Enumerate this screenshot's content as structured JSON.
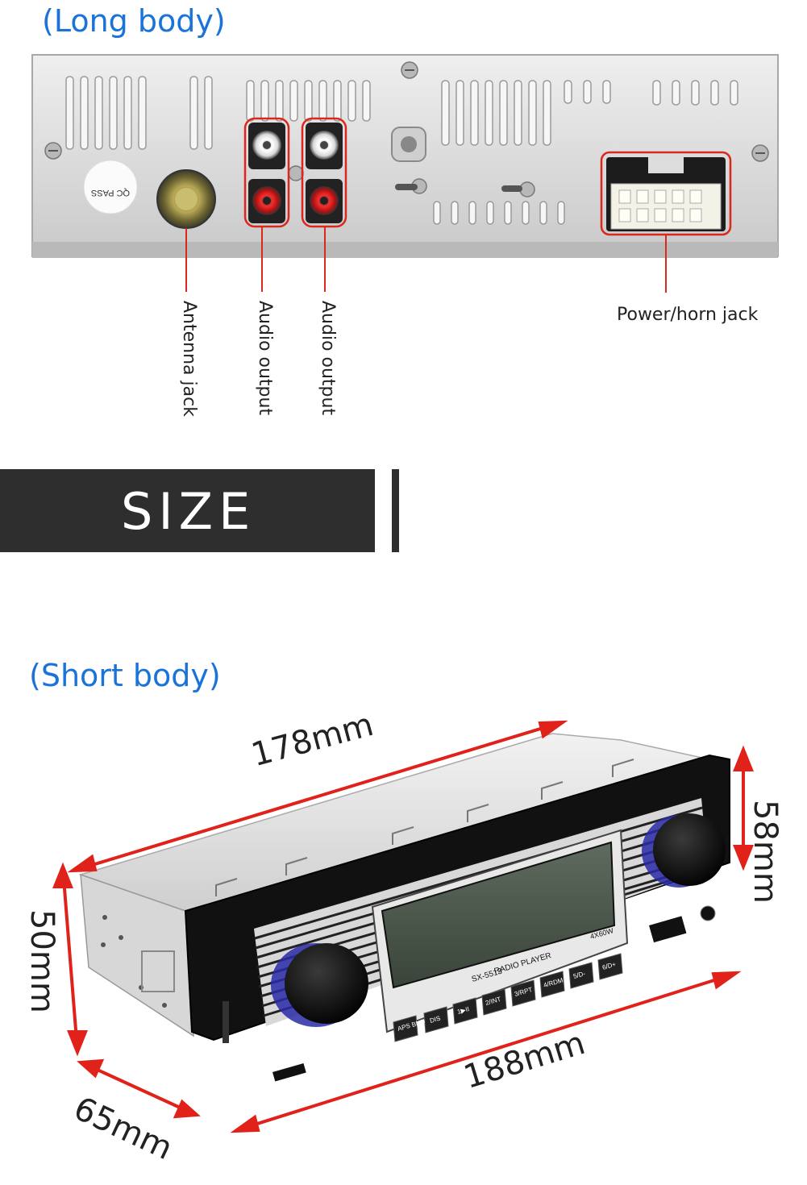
{
  "long_section": {
    "title": "(Long body)",
    "qc_sticker": "QC PASS",
    "callouts": {
      "antenna": "Antenna jack",
      "audio_1": "Audio output",
      "audio_2": "Audio output",
      "power": "Power/horn jack"
    }
  },
  "size_banner": {
    "label": "SIZE"
  },
  "short_section": {
    "title": "(Short body)",
    "dimensions": {
      "length_top": "178mm",
      "height_right": "58mm",
      "height_left": "50mm",
      "depth": "65mm",
      "length_bottom": "188mm"
    },
    "radio": {
      "model": "SX-5513",
      "type_label": "RADIO PLAYER",
      "power": "4X60W",
      "buttons": [
        "APS BND",
        "DIS",
        "1▶II",
        "2/INT",
        "3/RPT",
        "4/RDM",
        "5/D-",
        "6/D+"
      ]
    }
  },
  "colors": {
    "accent_blue": "#1a73d9",
    "callout_red": "#d9281e",
    "banner_dark": "#2e2e2e"
  }
}
